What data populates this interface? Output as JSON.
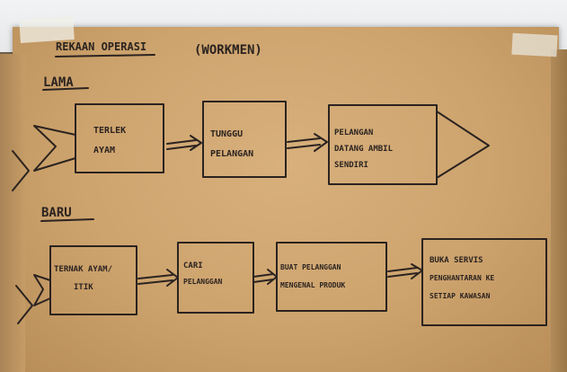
{
  "title": "REKAAN OPERASI",
  "subtitle": "(WORKMEN)",
  "sections": [
    {
      "label": "LAMA",
      "boxes": [
        {
          "lines": [
            "TERLEK",
            "AYAM"
          ]
        },
        {
          "lines": [
            "TUNGGU",
            "PELANGAN"
          ]
        },
        {
          "lines": [
            "PELANGAN",
            "DATANG AMBIL",
            "SENDIRI"
          ]
        }
      ]
    },
    {
      "label": "BARU",
      "boxes": [
        {
          "lines": [
            "TERNAK AYAM/",
            "ITIK"
          ]
        },
        {
          "lines": [
            "CARI",
            "PELANGGAN"
          ]
        },
        {
          "lines": [
            "BUAT PELANGGAN",
            "MENGENAL PRODUK"
          ]
        },
        {
          "lines": [
            "BUKA SERVIS",
            "PENGHANTARAN KE",
            "SETIAP KAWASAN"
          ]
        }
      ]
    }
  ]
}
